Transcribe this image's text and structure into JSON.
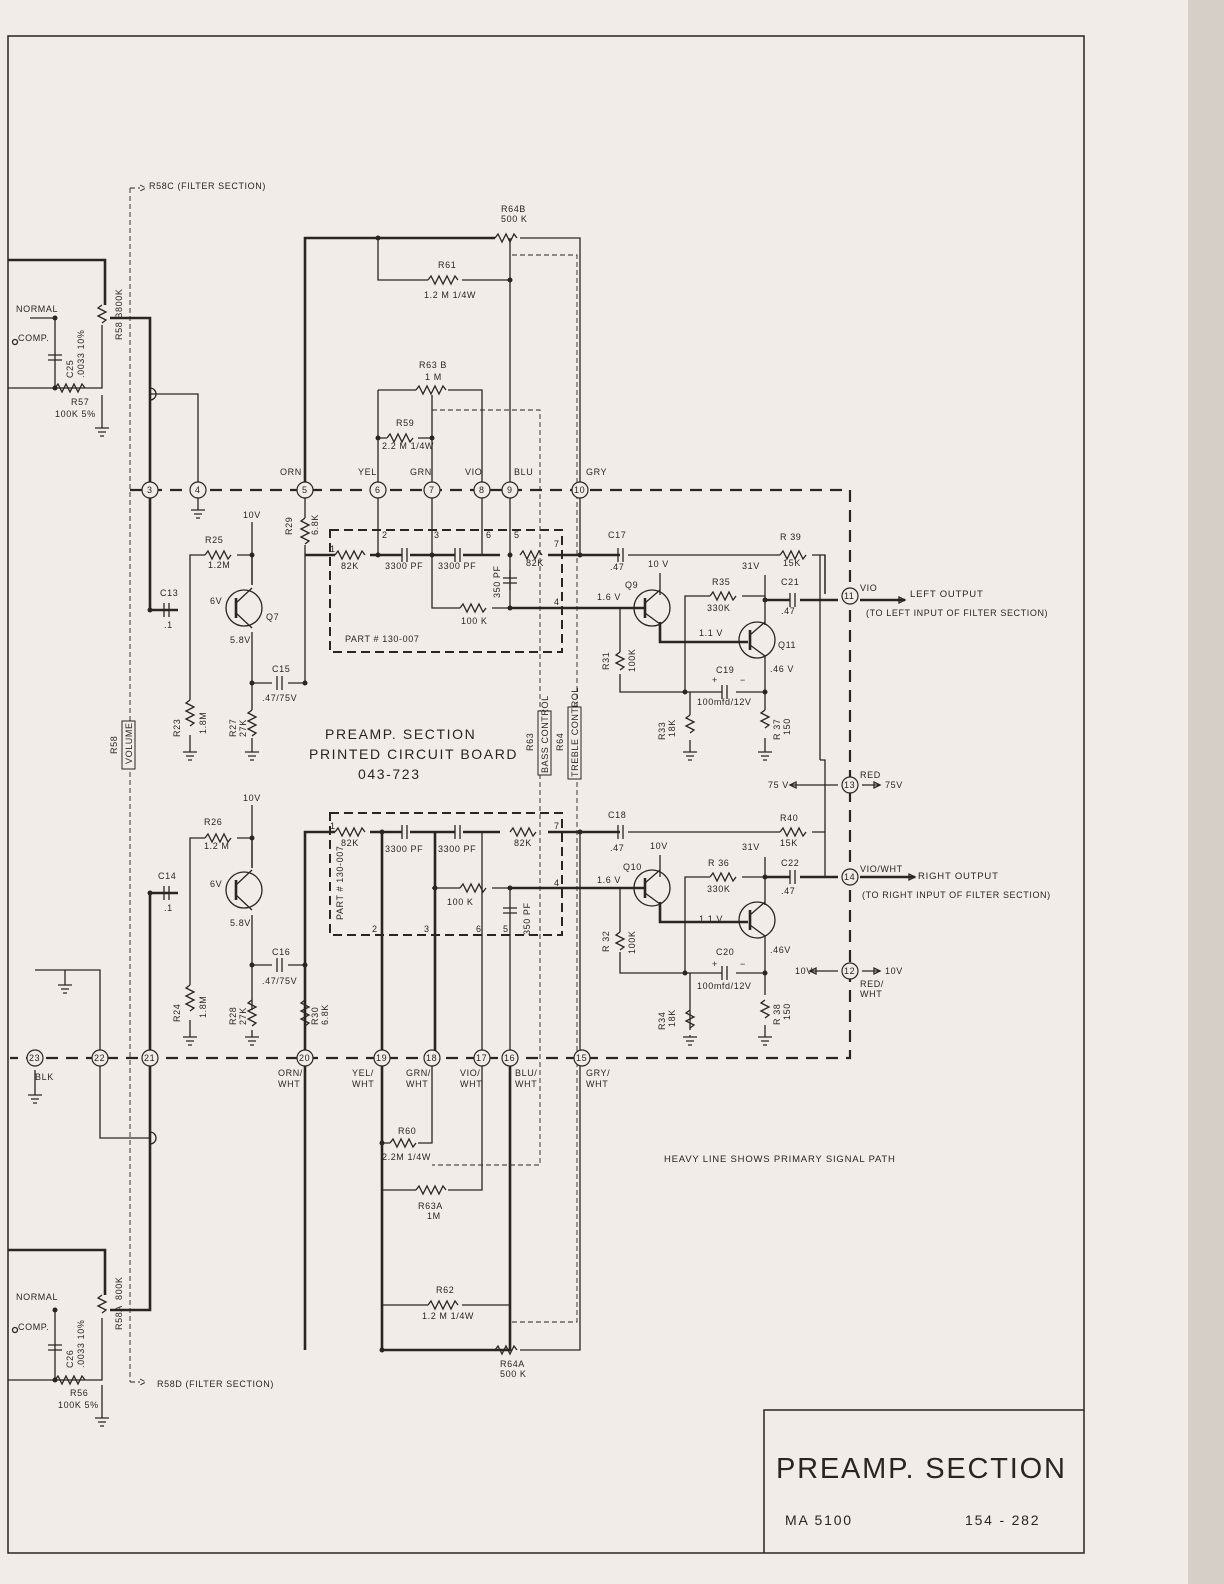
{
  "colors": {
    "paper": "#f1ece8",
    "ink": "#2b2521",
    "background": "#e9e4de"
  },
  "header": {
    "r58c_note": "R58C (FILTER SECTION)",
    "r58d_note": "R58D (FILTER SECTION)",
    "heavy_line_note": "HEAVY LINE SHOWS PRIMARY SIGNAL PATH"
  },
  "board": {
    "line1": "PREAMP. SECTION",
    "line2": "PRINTED CIRCUIT BOARD",
    "line3": "043-723"
  },
  "controls": {
    "volume": "VOLUME",
    "r58": "R58",
    "bass": "BASS CONTROL",
    "r63": "R63",
    "treble": "TREBLE CONTROL",
    "r64": "R64"
  },
  "outputs": {
    "left": "LEFT OUTPUT",
    "left_note": "(TO LEFT INPUT OF FILTER SECTION)",
    "right": "RIGHT OUTPUT",
    "right_note": "(TO RIGHT INPUT OF FILTER SECTION)"
  },
  "terminals": {
    "t3": "3",
    "t4": "4",
    "t5": "5",
    "t6": "6",
    "t7": "7",
    "t8": "8",
    "t9": "9",
    "t10": "10",
    "t11": "11",
    "t12": "12",
    "t13": "13",
    "t14": "14",
    "t15": "15",
    "t16": "16",
    "t17": "17",
    "t18": "18",
    "t19": "19",
    "t20": "20",
    "t21": "21",
    "t22": "22",
    "t23": "23"
  },
  "wire_colors": {
    "orn": "ORN",
    "yel": "YEL",
    "grn": "GRN",
    "vio": "VIO",
    "blu": "BLU",
    "gry": "GRY",
    "vio11": "VIO",
    "red": "RED",
    "vio_wht": "VIO/WHT",
    "red_wht1": "RED/",
    "red_wht2": "WHT",
    "orn_wht1": "ORN/",
    "yel_wht1": "YEL/",
    "grn_wht1": "GRN/",
    "vio_wht1": "VIO/",
    "blu_wht1": "BLU/",
    "gry_wht1": "GRY/",
    "wht": "WHT",
    "blk": "BLK"
  },
  "components": {
    "r64b": "R64B",
    "r64b_val": "500 K",
    "r61": "R61",
    "r61_val": "1.2 M 1/4W",
    "r63b": "R63 B",
    "r63b_val": "1 M",
    "r59": "R59",
    "r59_val": "2.2 M 1/4W",
    "r64a": "R64A",
    "r64a_val": "500 K",
    "r62": "R62",
    "r62_val": "1.2 M 1/4W",
    "r63a": "R63A",
    "r63a_val": "1M",
    "r60": "R60",
    "r60_val": "2.2M 1/4W",
    "r58b": "R58 B",
    "r58b_val": "800K",
    "r58a": "R58A",
    "r58a_val": "800K",
    "normal": "NORMAL",
    "comp": "COMP.",
    "c25": "C25",
    "c25_val": ".0033 10%",
    "c26": "C26",
    "c26_val": ".0033 10%",
    "r57": "R57",
    "r57_val": "100K 5%",
    "r56": "R56",
    "r56_val": "100K 5%",
    "r25": "R25",
    "r25_val": "1.2M",
    "r26": "R26",
    "r26_val": "1.2 M",
    "c13": "C13",
    "c13_val": ".1",
    "c14": "C14",
    "c14_val": ".1",
    "q7": "Q7",
    "q7_base": "6V",
    "q7_emit": "5.8V",
    "q7_col": "10V",
    "q8_base": "6V",
    "q8_emit": "5.8V",
    "q8_col": "10V",
    "c15": "C15",
    "c15_val": ".47/75V",
    "c16": "C16",
    "c16_val": ".47/75V",
    "r23": "R23",
    "r23_val": "1.8M",
    "r24": "R24",
    "r24_val": "1.8M",
    "r27": "R27",
    "r27_val": "27K",
    "r28": "R28",
    "r28_val": "27K",
    "r29": "R29",
    "r29_val": "6.8K",
    "r30": "R30",
    "r30_val": "6.8K",
    "top_82k_a": "82K",
    "top_3300_a": "3300 PF",
    "top_3300_b": "3300 PF",
    "top_82k_b": "82K",
    "top_350": "350 PF",
    "top_100k": "100 K",
    "part_top": "PART # 130-007",
    "bot_82k_a": "82K",
    "bot_3300_a": "3300 PF",
    "bot_3300_b": "3300 PF",
    "bot_82k_b": "82K",
    "bot_350": "350 PF",
    "bot_100k": "100 K",
    "part_bot": "PART # 130-007",
    "pin1": "1",
    "pin2": "2",
    "pin3": "3",
    "pin6": "6",
    "pin5": "5",
    "pin7": "7",
    "pin4": "4",
    "c17": "C17",
    "c17_val": ".47",
    "c18": "C18",
    "c18_val": ".47",
    "q9": "Q9",
    "q9_col": "10 V",
    "q9_base": "1.6 V",
    "q10": "Q10",
    "q10_col": "10V",
    "q10_base": "1.6 V",
    "q11": "Q11",
    "q11_base": "1.1 V",
    "q11_emit": ".46 V",
    "q12_base": "1.1 V",
    "q12_emit": ".46V",
    "v31_top": "31V",
    "v31_bot": "31V",
    "r35": "R35",
    "r35_val": "330K",
    "r36": "R 36",
    "r36_val": "330K",
    "r39": "R 39",
    "r39_val": "15K",
    "r40": "R40",
    "r40_val": "15K",
    "c21": "C21",
    "c21_val": ".47",
    "c22": "C22",
    "c22_val": ".47",
    "r31": "R31",
    "r31_val": "100K",
    "r32": "R 32",
    "r32_val": "100K",
    "c19": "C19",
    "c19_val": "100mfd/12V",
    "c20": "C20",
    "c20_val": "100mfd/12V",
    "r33": "R33",
    "r33_val": "18K",
    "r34": "R34",
    "r34_val": "18K",
    "r37": "R 37",
    "r37_val": "150",
    "r38": "R 38",
    "r38_val": "150",
    "v75_left": "75 V",
    "v75_right": "75V",
    "v10_left": "10V",
    "v10_right": "10V",
    "plus": "+",
    "minus": "−"
  },
  "title_block": {
    "title": "PREAMP. SECTION",
    "model": "MA 5100",
    "doc_number": "154 - 282"
  }
}
